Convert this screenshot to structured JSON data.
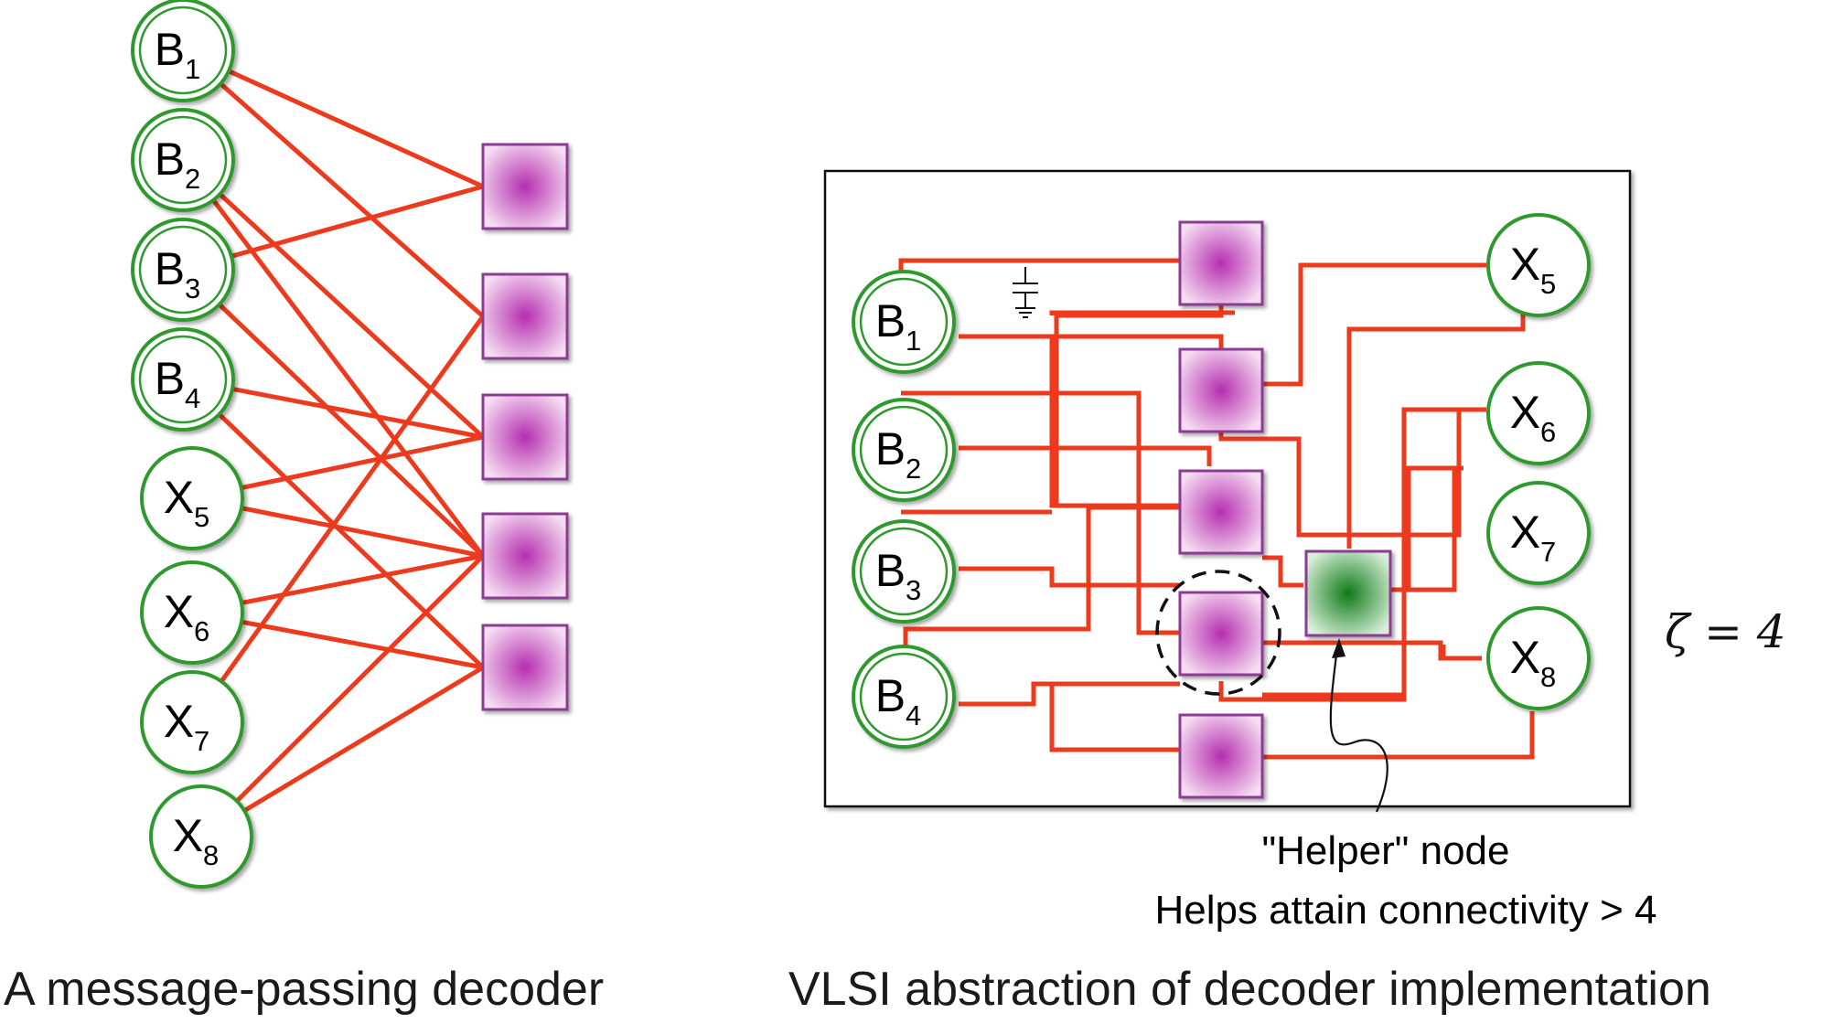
{
  "left_panel": {
    "caption": "A message-passing decoder",
    "variable_nodes": [
      {
        "letter": "B",
        "sub": "1",
        "kind": "double"
      },
      {
        "letter": "B",
        "sub": "2",
        "kind": "double"
      },
      {
        "letter": "B",
        "sub": "3",
        "kind": "double"
      },
      {
        "letter": "B",
        "sub": "4",
        "kind": "double"
      },
      {
        "letter": "X",
        "sub": "5",
        "kind": "single"
      },
      {
        "letter": "X",
        "sub": "6",
        "kind": "single"
      },
      {
        "letter": "X",
        "sub": "7",
        "kind": "single"
      },
      {
        "letter": "X",
        "sub": "8",
        "kind": "single"
      }
    ],
    "check_node_count": 5
  },
  "right_panel": {
    "caption": "VLSI abstraction of decoder implementation",
    "variable_nodes": [
      {
        "letter": "B",
        "sub": "1",
        "kind": "double"
      },
      {
        "letter": "B",
        "sub": "2",
        "kind": "double"
      },
      {
        "letter": "B",
        "sub": "3",
        "kind": "double"
      },
      {
        "letter": "B",
        "sub": "4",
        "kind": "double"
      },
      {
        "letter": "X",
        "sub": "5",
        "kind": "single"
      },
      {
        "letter": "X",
        "sub": "6",
        "kind": "single"
      },
      {
        "letter": "X",
        "sub": "7",
        "kind": "single"
      },
      {
        "letter": "X",
        "sub": "8",
        "kind": "single"
      }
    ],
    "helper_title": "\"Helper\" node",
    "helper_desc": "Helps attain connectivity > 4",
    "zeta_label": "ζ = 4"
  },
  "colors": {
    "wire": "#ee3a1c",
    "node_outline": "#2e9a2e",
    "check_center": "#b52fb0",
    "check_edge": "#f6def2",
    "check_border": "#8e3a95",
    "helper_center": "#0f7a1a",
    "helper_edge": "#d7efd7"
  }
}
